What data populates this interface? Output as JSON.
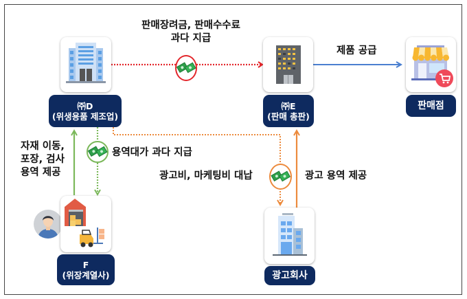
{
  "diagram": {
    "nodes": {
      "d": {
        "line1": "㈜D",
        "line2": "(위생용품 제조업)",
        "icon": "office-building-icon"
      },
      "e": {
        "line1": "㈜E",
        "line2": "(판매 총판)",
        "icon": "dark-building-icon"
      },
      "store": {
        "line1": "판매점",
        "icon": "storefront-cart-icon"
      },
      "f": {
        "line1": "F",
        "line2": "(위장계열사)",
        "icon": "warehouse-forklift-icon",
        "person_icon": "person-avatar-icon"
      },
      "ad": {
        "line1": "광고회사",
        "icon": "light-blue-building-icon"
      }
    },
    "edges": {
      "d_to_e": {
        "label_line1": "판매장려금, 판매수수료",
        "label_line2": "과다 지급",
        "style": "dotted",
        "color": "#e3262b",
        "money_icon": true
      },
      "e_to_store": {
        "label": "제품 공급",
        "style": "solid",
        "color": "#4a7fd0"
      },
      "f_to_d": {
        "label_line1": "자재 이동,",
        "label_line2": "포장, 검사",
        "label_line3": "용역 제공",
        "style": "solid",
        "color": "#7bb85a"
      },
      "d_to_f": {
        "label": "용역대가 과다 지급",
        "style": "dotted",
        "color": "#7bb85a",
        "money_icon": true
      },
      "d_to_ad": {
        "label": "광고비, 마케팅비 대납",
        "style": "dotted",
        "color": "#ec8a3c",
        "money_icon": true
      },
      "ad_to_e": {
        "label": "광고 용역 제공",
        "style": "solid",
        "color": "#ec8a3c"
      }
    }
  }
}
